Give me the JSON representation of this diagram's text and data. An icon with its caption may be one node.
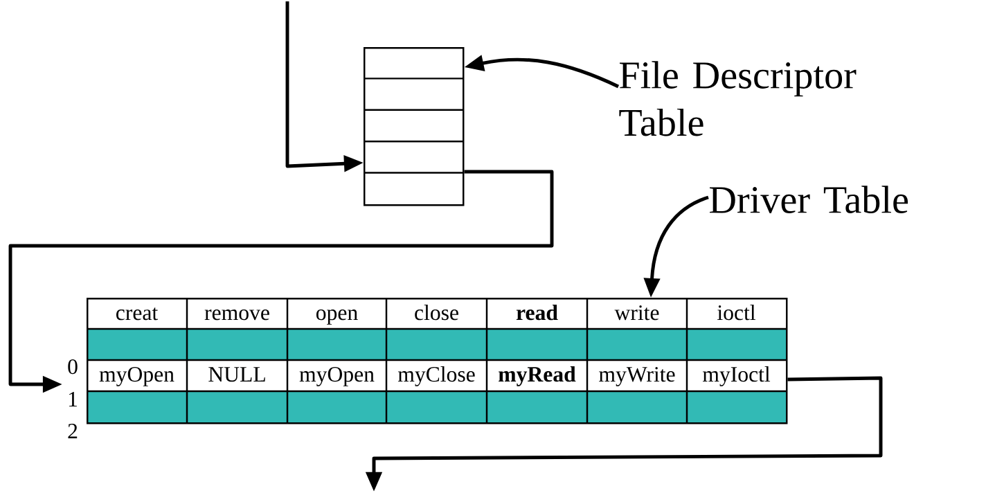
{
  "diagram": {
    "nodes": [
      {
        "text": [],
        "shape": "box"
      },
      {
        "text": [
          "File Descriptor Table"
        ]
      },
      {
        "text": [
          "Driver Table"
        ]
      },
      {
        "text": [],
        "shape": "box"
      }
    ],
    "edges": [
      {
        "from": null,
        "to": 0,
        "arrow": "to"
      },
      {
        "from": 1,
        "to": 0,
        "arrow": "to"
      },
      {
        "from": 0,
        "to": 3,
        "arrow": "to"
      },
      {
        "from": 2,
        "to": 3,
        "arrow": "to"
      },
      {
        "from": 3,
        "to": null,
        "arrow": "to"
      }
    ],
    "labels": [
      "creat",
      "remove",
      "open",
      "close",
      "**read**",
      "write",
      "ioctl",
      "0",
      "myOpen",
      "NULL",
      "myOpen",
      "myClose",
      "**myRead**",
      "myWrite",
      "myIoctl",
      "1",
      "2"
    ]
  }
}
